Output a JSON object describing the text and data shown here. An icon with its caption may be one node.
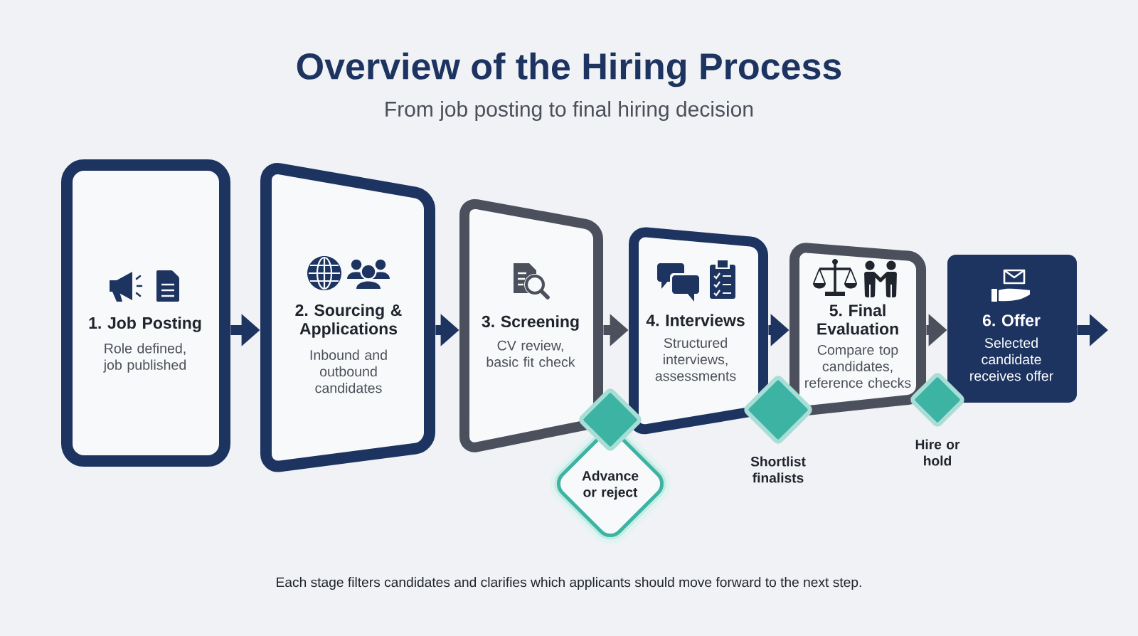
{
  "diagram": {
    "title": "Overview of the Hiring Process",
    "nodes": [
      {
        "text": [
          "1. Job Posting",
          "Role defined, job published"
        ]
      },
      {
        "text": [
          "2. Sourcing & Applications",
          "Inbound and outbound candidates"
        ]
      },
      {
        "text": [
          "3. Screening",
          "CV review, basic fit check"
        ]
      },
      {
        "text": [
          "4. Interviews",
          "Structured interviews, assessments"
        ]
      },
      {
        "text": [
          "5. Final Evaluation",
          "Compare top candidates, reference checks"
        ]
      },
      {
        "text": [
          "6. Offer",
          "Selected candidate receives offer"
        ]
      },
      {
        "text": [],
        "shape": "diamond"
      },
      {
        "text": [
          "Advance or reject"
        ]
      },
      {
        "text": [],
        "shape": "diamond",
        "beside": [
          "Shortlist finalists"
        ]
      },
      {
        "text": [],
        "shape": "diamond",
        "beside": [
          "Hire or hold"
        ]
      }
    ],
    "edges": [
      {
        "from": 0,
        "to": 1,
        "arrow": "to"
      },
      {
        "from": 1,
        "to": 2,
        "arrow": "to"
      },
      {
        "from": 2,
        "to": 3,
        "arrow": "to",
        "color": "#4b505c"
      },
      {
        "from": 3,
        "to": 4,
        "arrow": "to"
      },
      {
        "from": 4,
        "to": 5,
        "arrow": "to",
        "color": "#4b505c"
      },
      {
        "from": 5,
        "to": null,
        "arrow": "to"
      }
    ],
    "labels": [
      "From job posting to final hiring decision"
    ],
    "caption": "Each stage filters candidates and clarifies which applicants should move forward to the next step."
  }
}
